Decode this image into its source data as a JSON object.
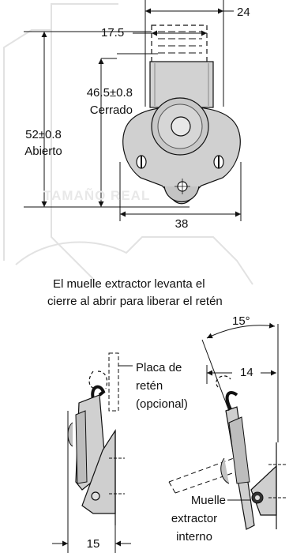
{
  "watermark": {
    "text": "TAMAÑO REAL"
  },
  "top_view": {
    "dim_width_top": "24",
    "dim_plate_width": "17.5",
    "dim_closed_value": "46.5±0.8",
    "dim_closed_label": "Cerrado",
    "dim_open_value": "52±0.8",
    "dim_open_label": "Abierto",
    "dim_base_width": "38"
  },
  "note": {
    "line1": "El muelle extractor levanta el",
    "line2": "cierre al abrir para liberar el retén"
  },
  "side_view_left": {
    "keeper_label_1": "Placa de",
    "keeper_label_2": "retén",
    "keeper_label_3": "(opcional)",
    "dim_bottom": "15"
  },
  "side_view_right": {
    "angle": "15°",
    "dim_top": "14",
    "spring_label_1": "Muelle",
    "spring_label_2": "extractor",
    "spring_label_3": "interno"
  },
  "colors": {
    "part_fill": "#d2d2d2",
    "part_dark": "#9a9a9a",
    "line": "#111111",
    "watermark": "#e6e6e6"
  }
}
